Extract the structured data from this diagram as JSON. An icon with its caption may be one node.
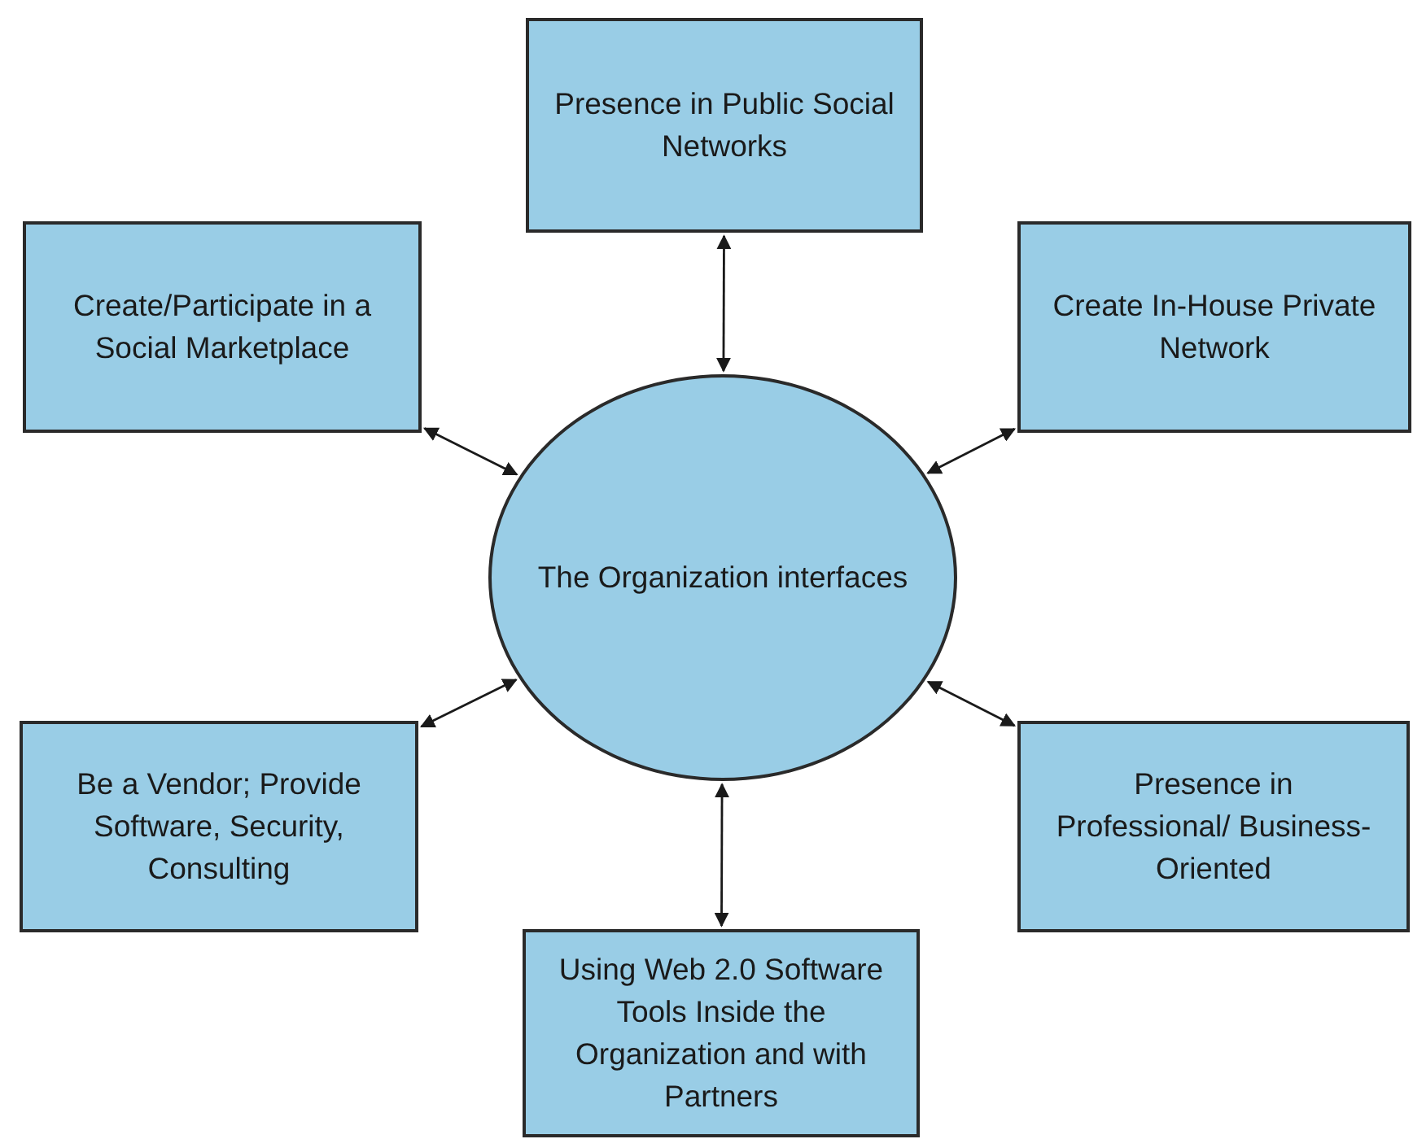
{
  "diagram": {
    "nodes": [
      {
        "text": [
          "Presence in Public Social Networks"
        ]
      },
      {
        "text": [
          "Create/Participate in a Social Marketplace"
        ]
      },
      {
        "text": [
          "Create In-House Private Network"
        ]
      },
      {
        "text": [
          "The Organization interfaces"
        ]
      },
      {
        "text": [
          "Be a Vendor; Provide Software, Security, Consulting"
        ]
      },
      {
        "text": [
          "Presence in Professional/ Business-Oriented"
        ]
      },
      {
        "text": [
          "Using Web 2.0 Software Tools Inside the Organization and with Partners"
        ]
      }
    ],
    "edges": [
      {
        "from": 3,
        "to": 0,
        "arrow": "both"
      },
      {
        "from": 3,
        "to": 1,
        "arrow": "both"
      },
      {
        "from": 3,
        "to": 2,
        "arrow": "both"
      },
      {
        "from": 3,
        "to": 4,
        "arrow": "both"
      },
      {
        "from": 3,
        "to": 5,
        "arrow": "both"
      },
      {
        "from": 3,
        "to": 6,
        "arrow": "both"
      }
    ]
  }
}
